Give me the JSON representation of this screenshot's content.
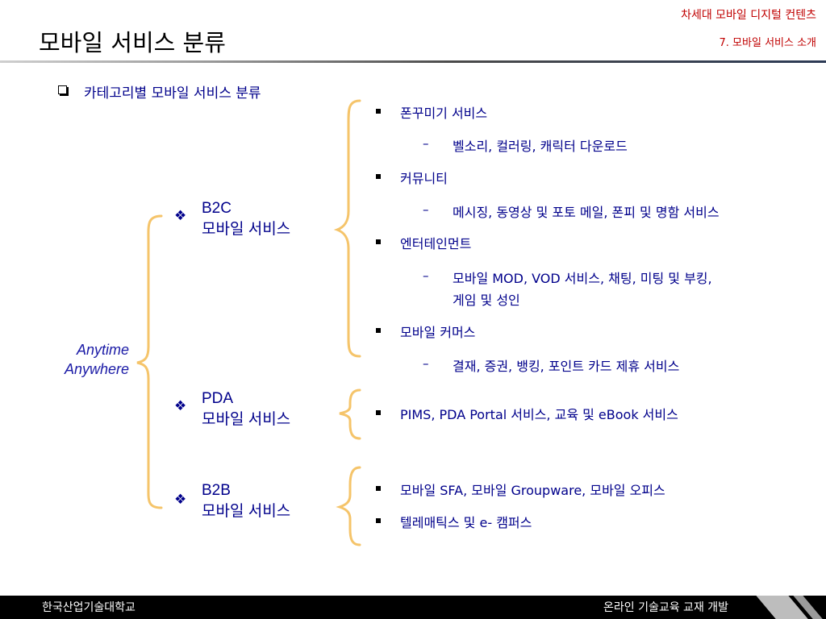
{
  "header": {
    "title": "모바일 서비스 분류",
    "right_line1": "차세대 모바일 디지털 컨텐츠",
    "right_line2": "7. 모바일 서비스 소개"
  },
  "section": {
    "bullet_icon": "checkbox-square-icon",
    "title": "카테고리별 모바일 서비스 분류"
  },
  "diagram": {
    "brace_color": "#f5c46a",
    "root_line1": "Anytime",
    "root_line2": "Anywhere",
    "category_bullet": "❖",
    "categories": [
      {
        "line1": "B2C",
        "line2": "모바일 서비스",
        "items": [
          {
            "label": "폰꾸미기 서비스",
            "subs": [
              "벨소리, 컬러링, 캐릭터 다운로드"
            ]
          },
          {
            "label": "커뮤니티",
            "subs": [
              "메시징, 동영상 및 포토 메일, 폰피 및 명함 서비스"
            ]
          },
          {
            "label": "엔터테인먼트",
            "subs": [
              "모바일 MOD, VOD 서비스, 채팅, 미팅 및 부킹,",
              "게임 및 성인"
            ]
          },
          {
            "label": "모바일 커머스",
            "subs": [
              "결재, 증권, 뱅킹, 포인트 카드 제휴 서비스"
            ]
          }
        ]
      },
      {
        "line1": "PDA",
        "line2": "모바일 서비스",
        "items": [
          {
            "label": "PIMS, PDA Portal 서비스, 교육 및 eBook 서비스",
            "subs": []
          }
        ]
      },
      {
        "line1": "B2B",
        "line2": "모바일 서비스",
        "items": [
          {
            "label": "모바일 SFA, 모바일 Groupware, 모바일 오피스",
            "subs": []
          },
          {
            "label": "텔레매틱스 및 e- 캠퍼스",
            "subs": []
          }
        ]
      }
    ]
  },
  "sub_dash": "–",
  "footer": {
    "left": "한국산업기술대학교",
    "right": "온라인 기술교육 교재 개발"
  }
}
